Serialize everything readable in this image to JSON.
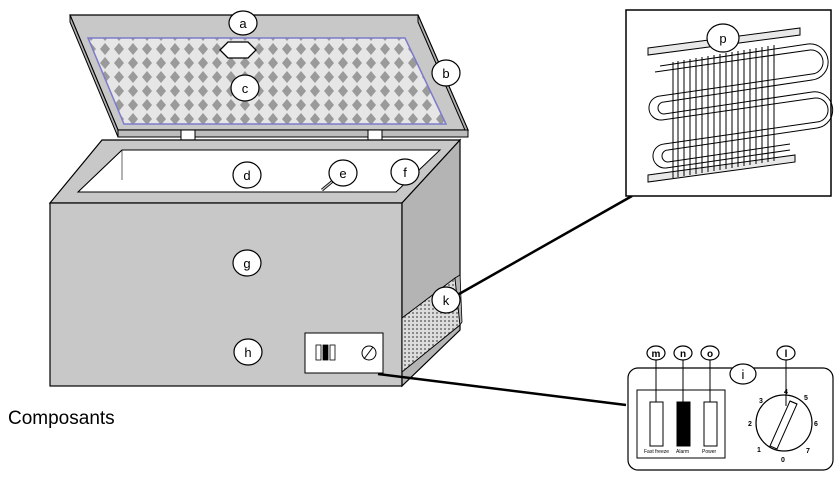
{
  "caption": "Composants",
  "labels": {
    "a": "a",
    "b": "b",
    "c": "c",
    "d": "d",
    "e": "e",
    "f": "f",
    "g": "g",
    "h": "h",
    "i": "i",
    "k": "k",
    "l": "l",
    "m": "m",
    "n": "n",
    "o": "o",
    "p": "p"
  },
  "control_panel": {
    "fast_freeze": "Fast freeze",
    "alarm": "Alarm",
    "power": "Power",
    "dial_numbers": [
      "0",
      "1",
      "2",
      "3",
      "4",
      "5",
      "6",
      "7"
    ]
  },
  "colors": {
    "cabinet_front": "#c8c8c8",
    "cabinet_side": "#b4b4b4",
    "lid": "#c8c8c8",
    "lid_pattern": "#9a9a9a"
  }
}
